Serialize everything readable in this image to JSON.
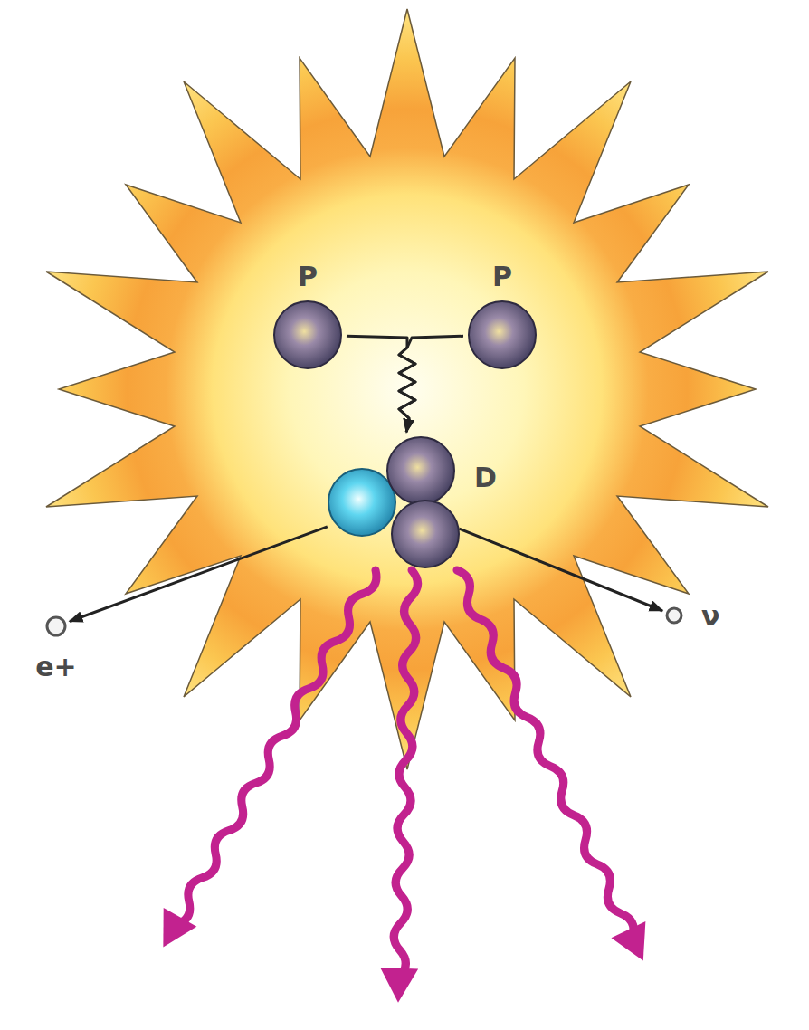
{
  "diagram": {
    "nodes": [
      {
        "text": [
          "P"
        ]
      },
      {
        "text": [
          "P"
        ]
      },
      {
        "text": [
          "D"
        ]
      },
      {
        "text": [
          "e+"
        ]
      },
      {
        "text": [
          "ν"
        ]
      }
    ],
    "edges": [
      {
        "from": 0,
        "to": 2,
        "arrow": "to"
      },
      {
        "from": 1,
        "to": 2,
        "arrow": "to"
      },
      {
        "from": 2,
        "to": 3,
        "arrow": "to"
      },
      {
        "from": 2,
        "to": 4,
        "arrow": "to"
      }
    ]
  }
}
